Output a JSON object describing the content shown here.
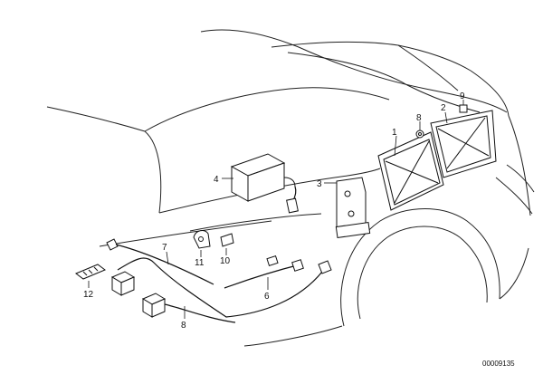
{
  "diagram": {
    "callouts": {
      "c1": "1",
      "c2": "2",
      "c3": "3",
      "c4": "4",
      "c6": "6",
      "c7": "7",
      "c8": "8",
      "c9": "9",
      "c10": "10",
      "c11": "11",
      "c12": "12"
    },
    "document_number": "00009135"
  }
}
